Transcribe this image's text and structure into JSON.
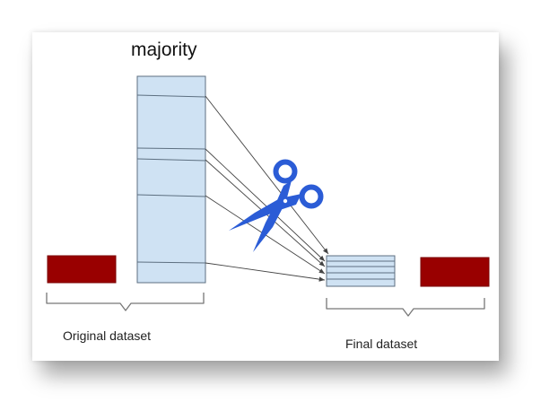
{
  "diagram": {
    "title": "majority",
    "original_label": "Original dataset",
    "final_label": "Final dataset"
  },
  "colors": {
    "majority_fill": "#cfe2f3",
    "majority_stroke": "#5d6f80",
    "minority_fill": "#990000",
    "scissors": "#2b5cd6",
    "arrow": "#444444",
    "brace": "#777777"
  },
  "icons": {
    "scissors": "scissors-icon"
  }
}
